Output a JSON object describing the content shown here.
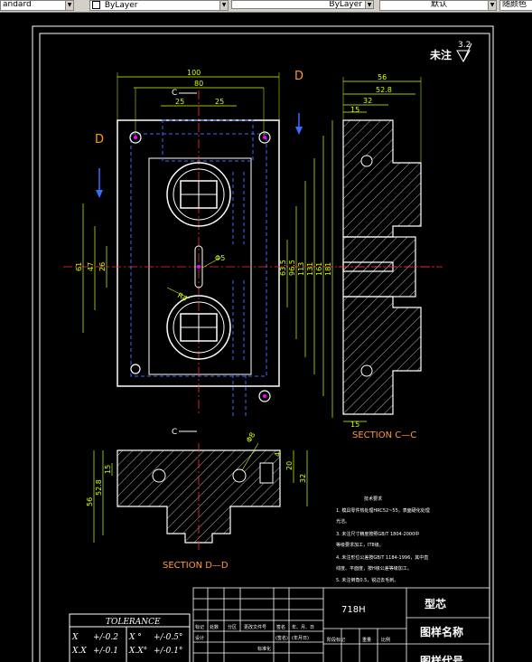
{
  "toolbar": {
    "fields": [
      "andard",
      "ByLayer",
      "ByLayer",
      "默认",
      "随颜色"
    ]
  },
  "drawing": {
    "note_label": "未注",
    "roughness": "3.2",
    "dim_100": "100",
    "dim_80": "80",
    "dim_25a": "25",
    "dim_25b": "25",
    "dim_56": "56",
    "dim_52_8": "52.8",
    "dim_32_top": "32",
    "dim_15_top": "15",
    "dim_15_bottom": "15",
    "label_D_left": "D",
    "label_D_top": "D",
    "label_C_top": "C",
    "label_C_bottom": "C",
    "vdims_left": [
      "61",
      "47",
      "26"
    ],
    "vdims_right": [
      "63.5",
      "96.5",
      "113",
      "131",
      "161",
      "181"
    ],
    "dim_phi5": "Φ5",
    "dim_r_small": "R4",
    "dim_phi8": "Φ8",
    "dim_4": "4",
    "dim_20": "20",
    "dim_32_right": "32",
    "dim_15_dd": "15",
    "dim_52_8_dd": "52.8",
    "dim_56_dd": "56",
    "section_cc": "SECTION  C—C",
    "section_dd": "SECTION  D—D"
  },
  "notes": {
    "title": "技术要求",
    "items": [
      "1. 模具零件热处理HRC52~55，表面硬化处理",
      "   光洁。",
      "3. 未注尺寸精度按照GB/T 1804-2000中",
      "   等级要求加工，IT8级。",
      "4. 未注形位公差按GB/T 1184-1996，其中直",
      "   线度、平面度，按H级公差等级加工。",
      "5. 未注倒角0.5，锐边去毛刺。"
    ]
  },
  "tolerance": {
    "title": "TOLERANCE",
    "rows": [
      {
        "a": "X",
        "b": "+/-0.2",
        "c": "X °",
        "d": "+/-0.5°"
      },
      {
        "a": "X.X",
        "b": "+/-0.1",
        "c": "X.X°",
        "d": "+/-0.1°"
      }
    ]
  },
  "title_block": {
    "material": "718H",
    "part_name": "型芯",
    "drawing_name": "图样名称",
    "drawing_number": "图样代号",
    "labels_row1": [
      "标记",
      "处数",
      "分区",
      "更改文件号",
      "签名",
      "年、月、日"
    ],
    "labels_row2": [
      "设计",
      "",
      "",
      "标准化",
      "(签名)",
      "(年月日)"
    ],
    "stage_labels": [
      "阶段标记",
      "重量",
      "比例"
    ]
  }
}
